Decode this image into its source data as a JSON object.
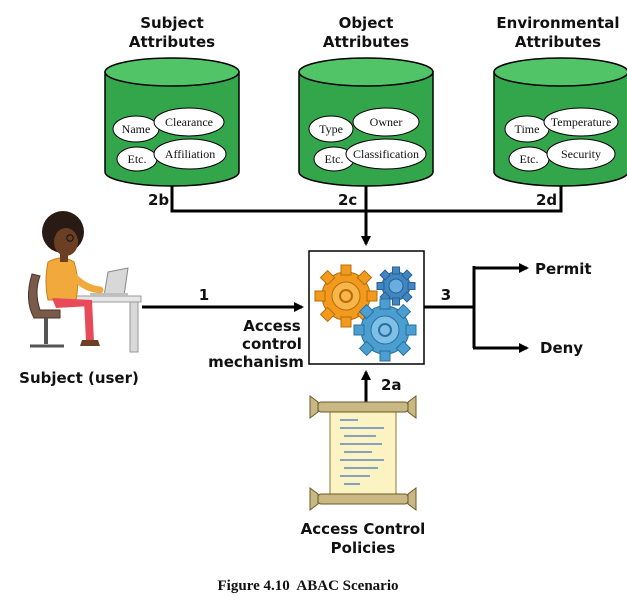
{
  "repositories": [
    {
      "id": "subject",
      "title_line1": "Subject",
      "title_line2": "Attributes",
      "port_label": "2b",
      "attributes": [
        "Name",
        "Clearance",
        "Etc.",
        "Affiliation"
      ]
    },
    {
      "id": "object",
      "title_line1": "Object",
      "title_line2": "Attributes",
      "port_label": "2c",
      "attributes": [
        "Type",
        "Owner",
        "Etc.",
        "Classification"
      ]
    },
    {
      "id": "environment",
      "title_line1": "Environmental",
      "title_line2": "Attributes",
      "port_label": "2d",
      "attributes": [
        "Time",
        "Temperature",
        "Etc.",
        "Security"
      ]
    }
  ],
  "mechanism": {
    "label_line1": "Access",
    "label_line2": "control",
    "label_line3": "mechanism"
  },
  "subject": {
    "label": "Subject (user)",
    "arrow_label": "1"
  },
  "policies": {
    "label_line1": "Access Control",
    "label_line2": "Policies",
    "arrow_label": "2a"
  },
  "decision": {
    "arrow_label": "3",
    "permit": "Permit",
    "deny": "Deny"
  },
  "caption": {
    "text": "Figure 4.10  ABAC Scenario"
  },
  "colors": {
    "cylinder": "#33a64b",
    "cylinder_dark": "#1f7a33",
    "ellipse": "#ffffff",
    "gear_orange": "#f29a1d",
    "gear_blue": "#4a9fd0",
    "scroll": "#fbf4c2",
    "stroke": "#000000"
  }
}
